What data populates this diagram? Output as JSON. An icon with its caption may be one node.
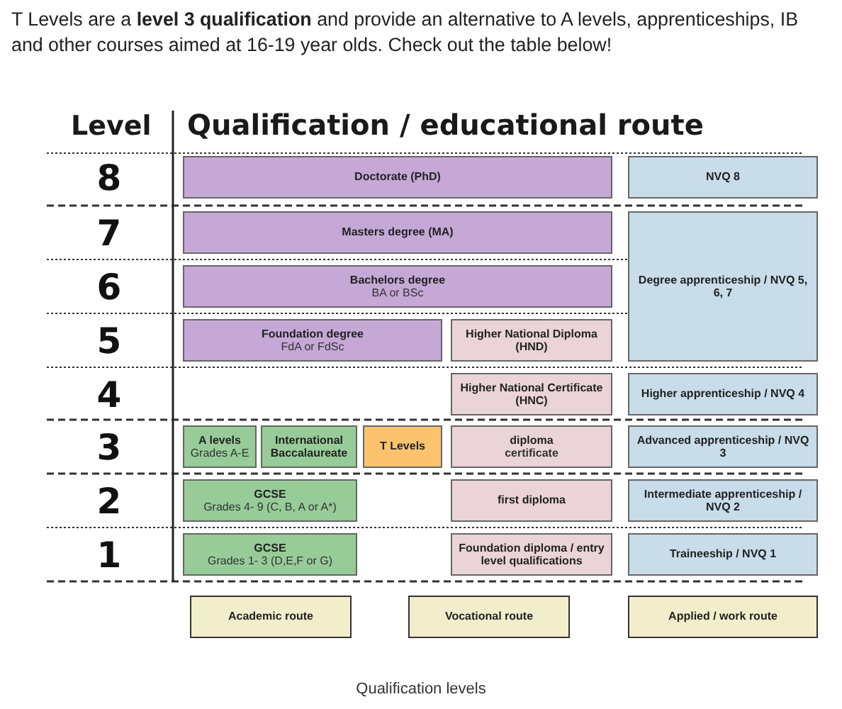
{
  "diagram": {
    "caption": "Qualification levels",
    "nodes": [
      {
        "text": [
          "Doctorate (PhD)"
        ]
      },
      {
        "text": [
          "NVQ 8"
        ]
      },
      {
        "text": [
          "Masters degree (MA)"
        ]
      },
      {
        "text": [
          "Degree apprenticeship / NVQ 5, 6, 7"
        ]
      },
      {
        "text": [
          "Bachelors degree",
          "BA or BSc"
        ]
      },
      {
        "text": [
          "Foundation degree",
          "FdA or FdSc"
        ]
      },
      {
        "text": [
          "Higher National Diploma (HND)"
        ]
      },
      {
        "text": [
          "Higher National Certificate (HNC)"
        ]
      },
      {
        "text": [
          "Higher apprenticeship / NVQ 4"
        ]
      },
      {
        "text": [
          "A levels",
          "Grades A-E"
        ]
      },
      {
        "text": [
          "International Baccalaureate"
        ]
      },
      {
        "text": [
          "T Levels"
        ]
      },
      {
        "text": [
          "diploma",
          "certificate"
        ]
      },
      {
        "text": [
          "Advanced apprenticeship / NVQ 3"
        ]
      },
      {
        "text": [
          "GCSE",
          "Grades 4- 9 (C, B, A or A*)"
        ]
      },
      {
        "text": [
          "first diploma"
        ]
      },
      {
        "text": [
          "Intermediate apprenticeship / NVQ 2"
        ]
      },
      {
        "text": [
          "GCSE",
          "Grades 1- 3 (D,E,F or G)"
        ]
      },
      {
        "text": [
          "Foundation diploma / entry level qualifications"
        ]
      },
      {
        "text": [
          "Traineeship / NVQ 1"
        ]
      },
      {
        "text": [
          "Academic route"
        ]
      },
      {
        "text": [
          "Vocational route"
        ]
      },
      {
        "text": [
          "Applied / work route"
        ]
      }
    ],
    "labels": [
      "T Levels  are a **level 3 qualification** and provide an alternative to A levels, apprenticeships, IB and other courses aimed at 16-19 year olds.  Check out the table below!",
      "Level",
      "Qualification / educational route",
      "8",
      "7",
      "6",
      "5",
      "4",
      "3",
      "2",
      "1"
    ]
  }
}
